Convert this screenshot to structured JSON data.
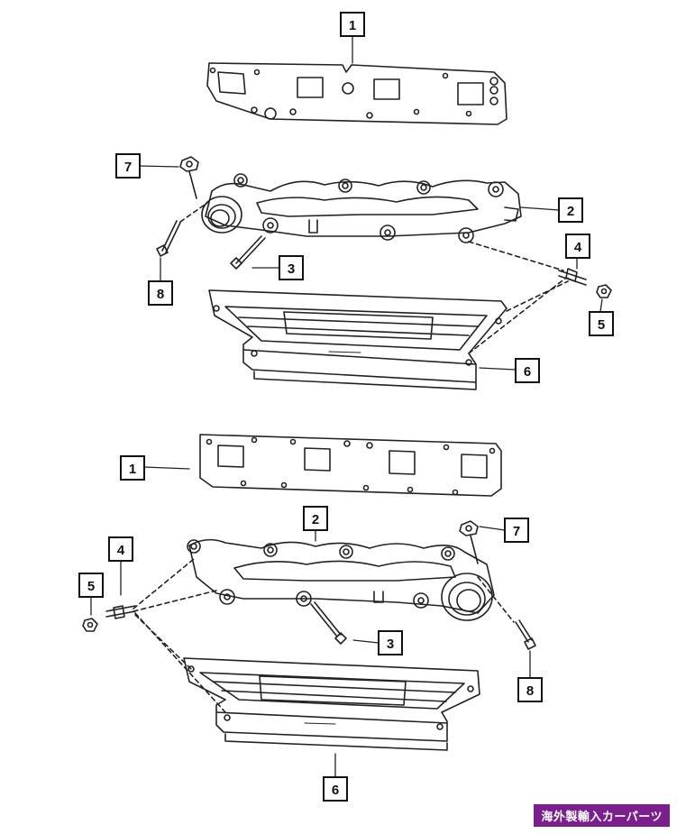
{
  "callouts": {
    "top": {
      "gasket": "1",
      "manifold": "2",
      "bolt": "3",
      "stud": "4",
      "nut": "5",
      "heat_shield": "6",
      "shield_bolt": "7",
      "manifold_bolt": "8"
    },
    "bottom": {
      "gasket": "1",
      "manifold": "2",
      "bolt": "3",
      "stud": "4",
      "nut": "5",
      "heat_shield": "6",
      "shield_bolt": "7",
      "manifold_bolt": "8"
    }
  },
  "badge": {
    "label": "海外製輸入カーパーツ"
  },
  "colors": {
    "line": "#222222",
    "badge_bg": "#7a1f8c"
  }
}
